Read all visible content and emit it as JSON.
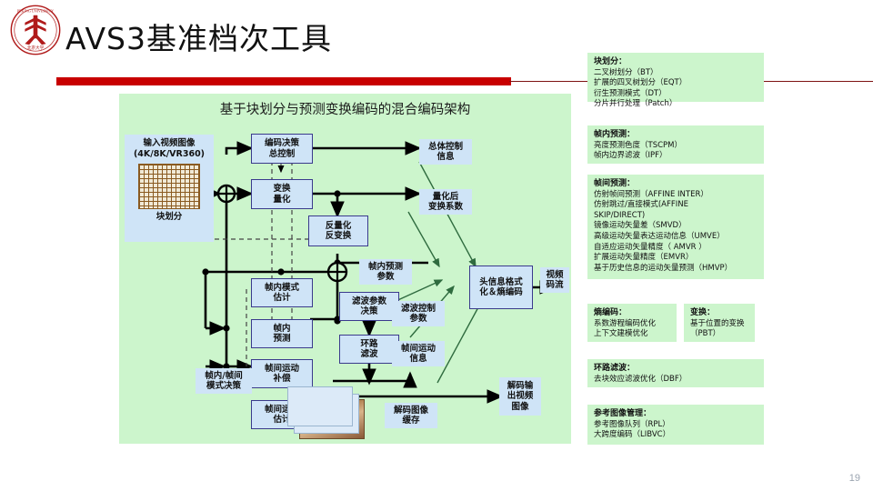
{
  "header": {
    "title": "AVS3基准档次工具",
    "logo_name": "peking-university-logo",
    "accent_color": "#c80000"
  },
  "diagram": {
    "title": "基于块划分与预测变换编码的混合编码架构",
    "background_color": "#ccf5cc",
    "box_fill": "#cfe4f7",
    "input": {
      "label": "输入视频图像",
      "sublabel": "(4K/8K/VR360)",
      "caption": "块划分"
    },
    "boxes": [
      {
        "id": "coding-decision",
        "label": "编码决策\n总控制"
      },
      {
        "id": "transform-quant",
        "label": "变换\n量化"
      },
      {
        "id": "inv-quant-transform",
        "label": "反量化\n反变换"
      },
      {
        "id": "intra-mode-est",
        "label": "帧内模式\n估计"
      },
      {
        "id": "intra-pred",
        "label": "帧内\n预测"
      },
      {
        "id": "inter-motion-comp",
        "label": "帧间运动\n补偿"
      },
      {
        "id": "inter-motion-est",
        "label": "帧间运动\n估计"
      },
      {
        "id": "filter-param-decision",
        "label": "滤波参数\n决策"
      },
      {
        "id": "loop-filter",
        "label": "环路\n滤波"
      },
      {
        "id": "header-entropy",
        "label": "头信息格式\n化＆熵编码"
      }
    ],
    "labels": [
      {
        "id": "overall-control-info",
        "label": "总体控制\n信息"
      },
      {
        "id": "quantized-coeffs",
        "label": "量化后\n变换系数"
      },
      {
        "id": "intra-pred-params",
        "label": "帧内预测\n参数"
      },
      {
        "id": "filter-control-params",
        "label": "滤波控制\n参数"
      },
      {
        "id": "inter-motion-info",
        "label": "帧间运动\n信息"
      },
      {
        "id": "intra-inter-mode-decision",
        "label": "帧内/帧间\n模式决策"
      },
      {
        "id": "decoded-picture-buffer",
        "label": "解码图像\n缓存"
      },
      {
        "id": "video-bitstream",
        "label": "视频\n码流"
      },
      {
        "id": "decoded-output-video",
        "label": "解码输\n出视频\n图像"
      }
    ]
  },
  "sidebar": {
    "background_color": "#ccf5cc",
    "panels": [
      {
        "id": "block-partition",
        "heading": "块划分：",
        "items": [
          "二叉树划分（BT）",
          "扩展的四叉树划分（EQT）",
          "衍生预测模式（DT）",
          "分片并行处理（Patch）"
        ]
      },
      {
        "id": "intra-prediction",
        "heading": "帧内预测：",
        "items": [
          "亮度预测色度（TSCPM）",
          "帧内边界滤波（IPF）"
        ]
      },
      {
        "id": "inter-prediction",
        "heading": "帧间预测：",
        "items": [
          "仿射帧间预测（AFFINE INTER）",
          "仿射跳过/直接模式(AFFINE",
          "SKIP/DIRECT)",
          "镜像运动矢量差（SMVD）",
          "高级运动矢量表达运动信息（UMVE）",
          "自适应运动矢量精度（ AMVR ）",
          "扩展运动矢量精度（EMVR）",
          "基于历史信息的运动矢量预测（HMVP）"
        ]
      },
      {
        "id": "entropy-coding",
        "heading": "熵编码：",
        "items": [
          "系数游程编码优化",
          "上下文建模优化"
        ]
      },
      {
        "id": "transform",
        "heading": "变换：",
        "items": [
          "基于位置的变换",
          "（PBT）"
        ]
      },
      {
        "id": "loop-filter",
        "heading": "环路滤波：",
        "items": [
          "去块效应滤波优化（DBF）"
        ]
      },
      {
        "id": "reference-picture-management",
        "heading": "参考图像管理：",
        "items": [
          "参考图像队列（RPL）",
          "大跨度编码（LIBVC）"
        ]
      }
    ]
  },
  "footer": {
    "page_number": "19"
  }
}
